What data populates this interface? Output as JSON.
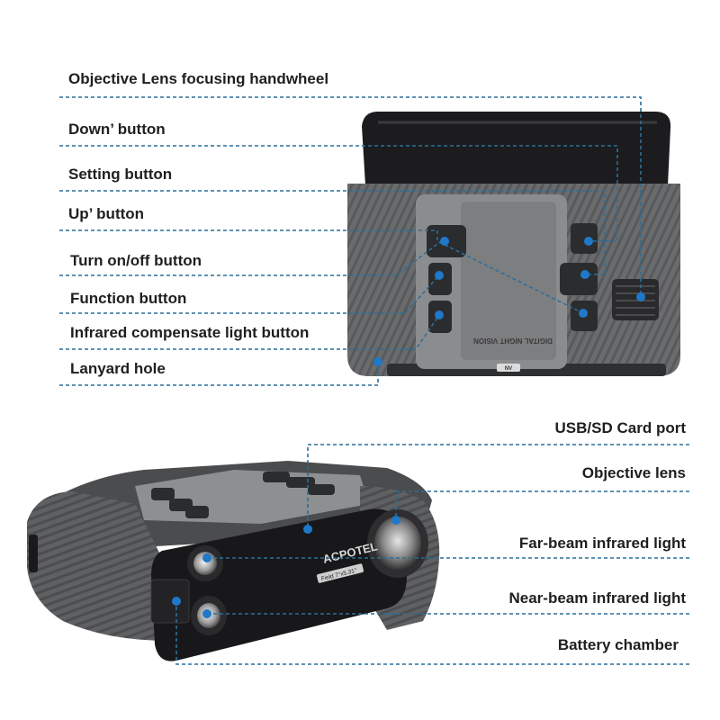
{
  "top_labels": [
    "Objective Lens focusing handwheel",
    "Down’ button",
    "Setting button",
    "Up’ button",
    "Turn on/off button",
    "Function button",
    "Infrared compensate light button",
    "Lanyard hole"
  ],
  "bottom_labels": [
    "USB/SD Card port",
    "Objective lens",
    "Far-beam infrared light",
    "Near-beam infrared light",
    "Battery chamber"
  ],
  "device_text": {
    "brand": "ACPOTEL",
    "model_plate": "Field 7°x5.31°",
    "top_plate": "DIGITAL NIGHT VISION",
    "badge": "NV"
  },
  "colors": {
    "leader": "#2a6f9a",
    "dot": "#1f78c8",
    "body": "#6a6b6d",
    "dark": "#2a2b2d",
    "panel": "#8b8c8e"
  }
}
